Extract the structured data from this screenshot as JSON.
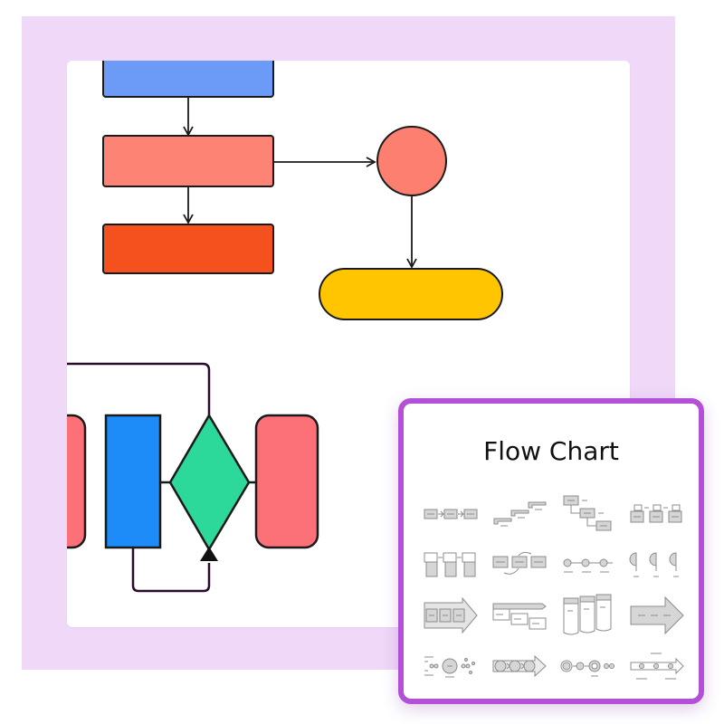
{
  "panel": {
    "title": "Flow Chart",
    "layouts": [
      {
        "id": "basic-process",
        "icon": "basic-process-icon"
      },
      {
        "id": "step-up-process",
        "icon": "step-up-process-icon"
      },
      {
        "id": "descending-process",
        "icon": "descending-process-icon"
      },
      {
        "id": "alternating-flow",
        "icon": "alternating-flow-icon"
      },
      {
        "id": "continuous-block-process",
        "icon": "continuous-block-process-icon"
      },
      {
        "id": "repeating-bending-process",
        "icon": "repeating-bending-process-icon"
      },
      {
        "id": "basic-timeline",
        "icon": "basic-timeline-icon"
      },
      {
        "id": "half-circle-process",
        "icon": "half-circle-process-icon"
      },
      {
        "id": "process-arrows",
        "icon": "process-arrows-icon"
      },
      {
        "id": "staggered-process",
        "icon": "staggered-process-icon"
      },
      {
        "id": "vertical-chevron-list",
        "icon": "vertical-chevron-list-icon"
      },
      {
        "id": "upward-arrow",
        "icon": "upward-arrow-icon"
      },
      {
        "id": "circle-process",
        "icon": "circle-process-icon"
      },
      {
        "id": "circle-arrow-process",
        "icon": "circle-arrow-process-icon"
      },
      {
        "id": "bubble-process",
        "icon": "bubble-process-icon"
      },
      {
        "id": "arrow-timeline",
        "icon": "arrow-timeline-icon"
      }
    ]
  },
  "colors": {
    "frame": "#f0d8f8",
    "panel_border": "#b44fd8",
    "blue_box": "#6b9bf7",
    "salmon_box": "#fd8474",
    "orange_box": "#f4511e",
    "salmon_circle": "#fc7f70",
    "terminator": "#ffc600",
    "pink_box": "#fb7177",
    "blue_tall_box": "#1e8cf8",
    "green_diamond": "#2cd89a",
    "line": "#1a1a1a",
    "loop_line": "#2c0a2c",
    "thumb_fill": "#d6d6d6",
    "thumb_stroke": "#8c8c8c"
  }
}
